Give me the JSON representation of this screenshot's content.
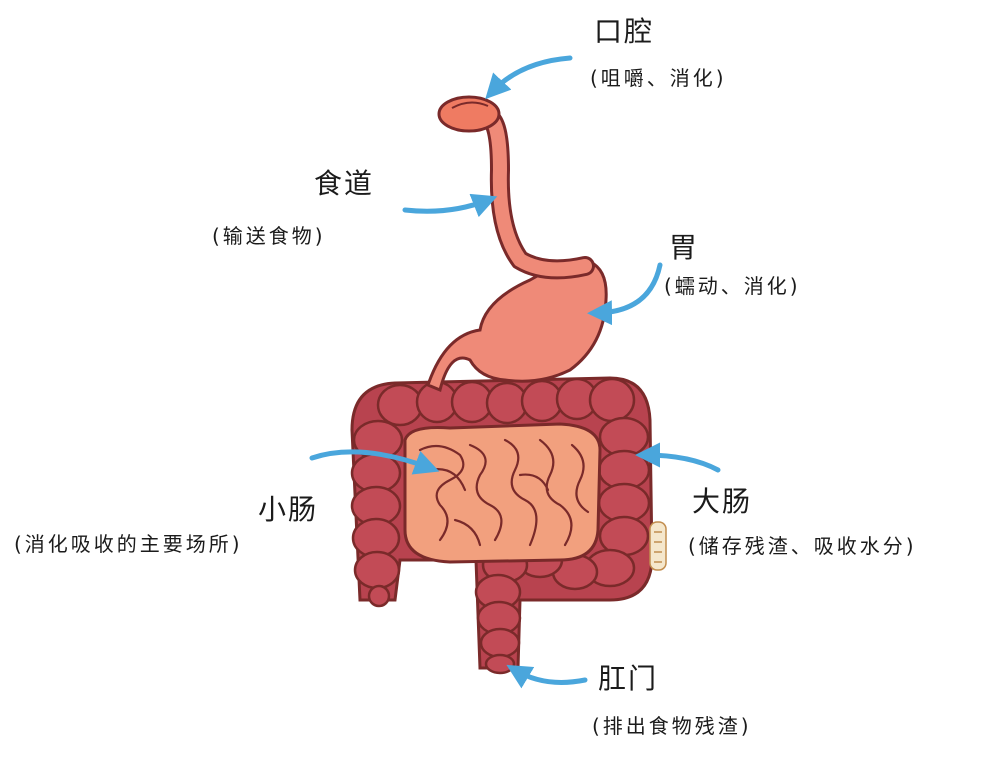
{
  "labels": {
    "mouth": {
      "name": "口腔",
      "desc": "(咀嚼、消化)"
    },
    "esophagus": {
      "name": "食道",
      "desc": "(输送食物)"
    },
    "stomach": {
      "name": "胃",
      "desc": "(蠕动、消化)"
    },
    "small_intestine": {
      "name": "小肠",
      "desc": "(消化吸收的主要场所)"
    },
    "large_intestine": {
      "name": "大肠",
      "desc": "(储存残渣、吸收水分)"
    },
    "anus": {
      "name": "肛门",
      "desc": "(排出食物残渣)"
    }
  },
  "colors": {
    "arrow": "#4aa6dc",
    "large_intestine": "#b8434f",
    "small_intestine": "#f2a07e",
    "stomach": "#ef8a78",
    "outline": "#7a2a2a"
  }
}
